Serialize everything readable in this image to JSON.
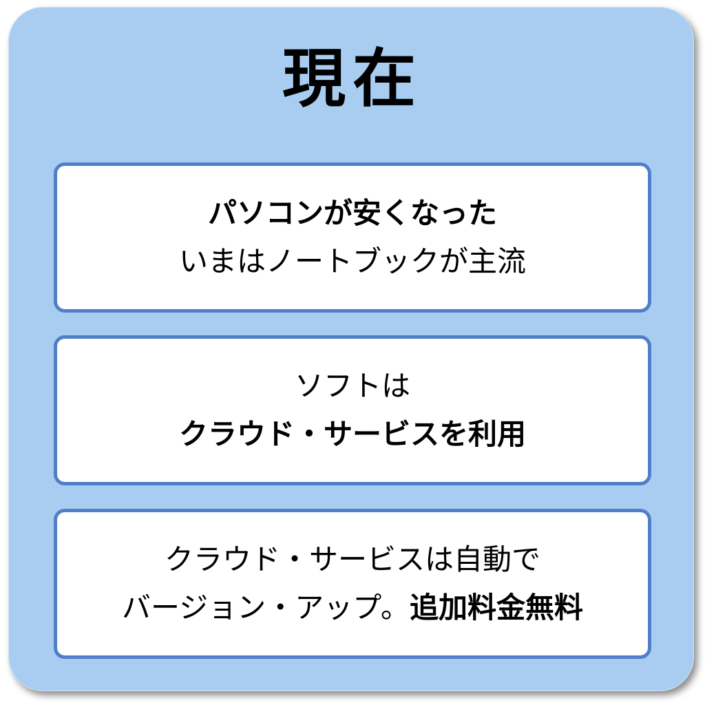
{
  "title": "現在",
  "boxes": [
    {
      "line1": "パソコンが安くなった",
      "line2": "いまはノートブックが主流"
    },
    {
      "line1": "ソフトは",
      "line2": "クラウド・サービスを利用"
    },
    {
      "line1": "クラウド・サービスは自動で",
      "line2a": "バージョン・アップ。",
      "line2b": "追加料金無料"
    }
  ]
}
